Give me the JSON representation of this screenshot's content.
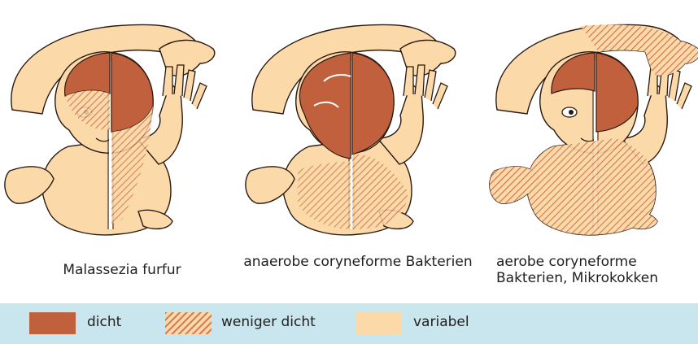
{
  "colors": {
    "dense": "#c0603c",
    "less_dense_hatch": "#cd6e4b",
    "variable": "#fbd9a9",
    "outline": "#2a1a12",
    "legend_bg": "#c9e6ee"
  },
  "panels": [
    {
      "caption": "Malassezia furfur"
    },
    {
      "caption_lines": [
        "anaerobe coryneforme Bakterien"
      ]
    },
    {
      "caption_lines": [
        "aerobe coryneforme",
        "Bakterien, Mikrokokken"
      ]
    }
  ],
  "legend": [
    {
      "key": "dense",
      "label": "dicht"
    },
    {
      "key": "less_dense",
      "label": "weniger dicht"
    },
    {
      "key": "variable",
      "label": "variabel"
    }
  ]
}
